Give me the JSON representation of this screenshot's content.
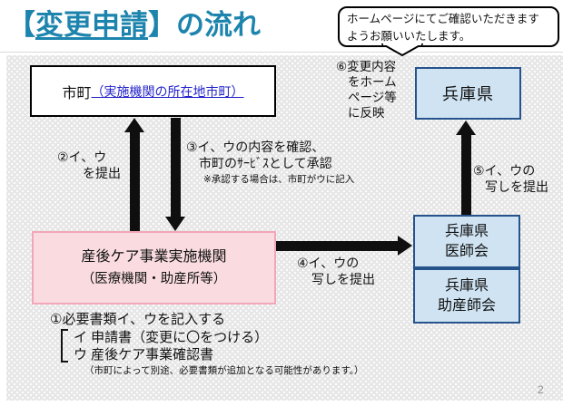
{
  "colors": {
    "accent-title": "#1d84ad",
    "link-blue": "#2323cb",
    "box-blue-fill": "#cfe3f2",
    "box-blue-border": "#27538c",
    "box-pink-fill": "#fadce0",
    "box-pink-border": "#f2a7b8",
    "arrow-black": "#0f0f0f",
    "panel-gray": "#e7e7e7",
    "page-number-gray": "#8f8f8f"
  },
  "title": {
    "open_bracket": "【",
    "subject": "変更申請",
    "close_bracket": "】",
    "suffix": "の流れ"
  },
  "note_bubble": {
    "line1": "ホームページにてご確認いただきます",
    "line2": "ようお願いいたします。"
  },
  "boxes": {
    "municipality": {
      "name": "市町",
      "link": "（実施機関の所在地市町）"
    },
    "prefecture": {
      "name": "兵庫県"
    },
    "medical_assoc": {
      "line1": "兵庫県",
      "line2": "医師会"
    },
    "midwives_assoc": {
      "line1": "兵庫県",
      "line2": "助産師会"
    },
    "provider": {
      "line1": "産後ケア事業実施機関",
      "line2": "（医療機関・助産所等）"
    }
  },
  "steps": {
    "s1": {
      "heading": "①必要書類イ、ウを記入する",
      "item_i": "イ 申請書（変更に〇をつける）",
      "item_u": "ウ 産後ケア事業確認書",
      "note": "（市町によって別途、必要書類が追加となる可能性があります。）"
    },
    "s2": {
      "line1": "②イ、ウ",
      "line2": "を提出"
    },
    "s3": {
      "line1": "③イ、ウの内容を確認、",
      "line2": "市町のｻｰﾋﾞｽとして承認",
      "note": "※承認する場合は、市町がウに記入"
    },
    "s4": {
      "line1": "④イ、ウの",
      "line2": "写しを提出"
    },
    "s5": {
      "line1": "⑤イ、ウの",
      "line2": "写しを提出"
    },
    "s6": {
      "line1": "⑥変更内容",
      "line2": "をホーム",
      "line3": "ページ等",
      "line4": "に反映"
    }
  },
  "page_number": "2"
}
